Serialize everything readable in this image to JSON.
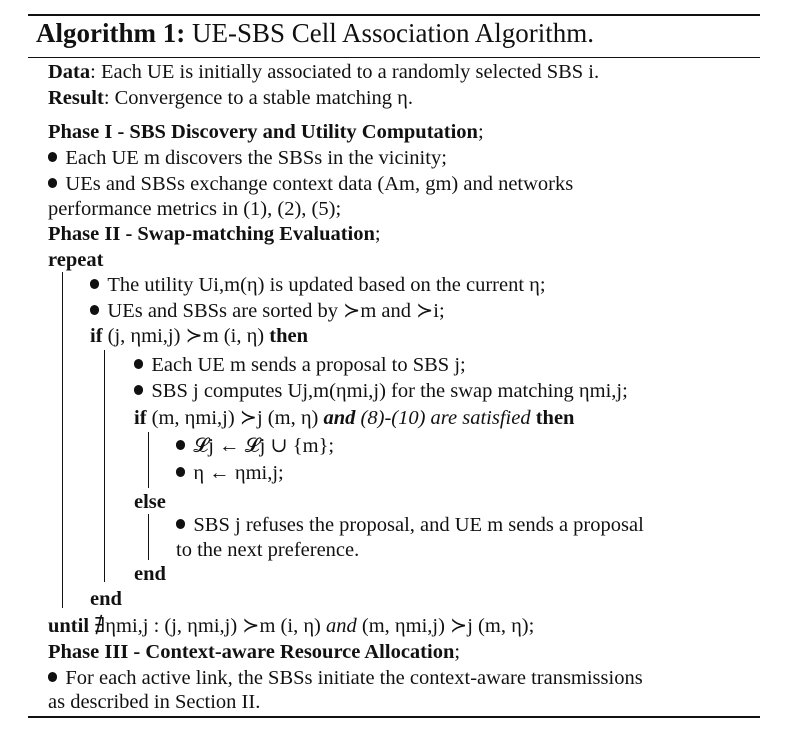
{
  "title": {
    "label": "Algorithm 1:",
    "name": "UE-SBS Cell Association Algorithm."
  },
  "lines": [
    {
      "key": "Data",
      "text": ": Each UE is initially associated to a randomly selected SBS i."
    },
    {
      "key": "Result",
      "text": ": Convergence to a stable matching η."
    },
    {
      "key": "Phase I - SBS Discovery and Utility Computation",
      "text": ";"
    },
    {
      "text": "Each UE m discovers the SBSs in the vicinity;"
    },
    {
      "text": "UEs and SBSs exchange context data (Am, gm) and networks"
    },
    {
      "text": "performance metrics in (1), (2), (5);"
    },
    {
      "key": "Phase II - Swap-matching Evaluation",
      "text": ";"
    },
    {
      "key": "repeat"
    },
    {
      "text": "The utility Ui,m(η) is updated based on the current η;"
    },
    {
      "text": "UEs and SBSs are sorted by ≻m and ≻i;"
    },
    {
      "key": "if",
      "text": "(j, ηmi,j) ≻m (i, η)",
      "key2": "then"
    },
    {
      "text": "Each UE m sends a proposal to SBS j;"
    },
    {
      "text": "SBS j computes Uj,m(ηmi,j) for the swap matching ηmi,j;"
    },
    {
      "key": "if",
      "text": "(m, ηmi,j) ≻j (m, η)",
      "key_and": "and",
      "text2": "(8)-(10) are satisfied",
      "key2": "then"
    },
    {
      "text": "𝓛j ← 𝓛j ∪ {m};"
    },
    {
      "text": "η ← ηmi,j;"
    },
    {
      "key": "else"
    },
    {
      "text": "SBS j refuses the proposal, and UE m sends a proposal"
    },
    {
      "text": "to the next preference."
    },
    {
      "key": "end"
    },
    {
      "key": "end"
    },
    {
      "key": "until",
      "text": "∄ηmi,j : (j, ηmi,j) ≻m (i, η)",
      "key_and": "and",
      "text2": "(m, ηmi,j) ≻j (m, η);"
    },
    {
      "key": "Phase III - Context-aware Resource Allocation",
      "text": ";"
    },
    {
      "text": "For each active link, the SBSs initiate the context-aware transmissions"
    },
    {
      "text": "as described in Section II."
    }
  ]
}
